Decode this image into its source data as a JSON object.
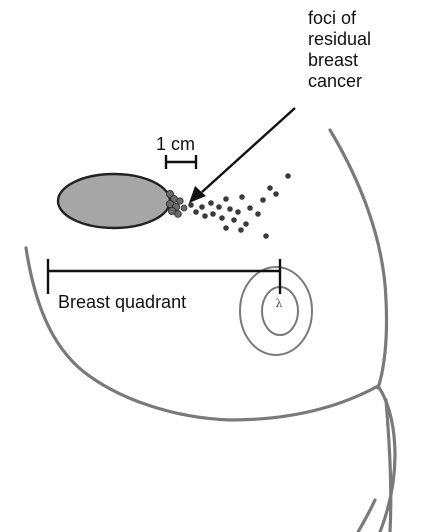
{
  "annotations": {
    "foci_label_lines": [
      "foci of",
      "residual",
      "breast",
      "cancer"
    ],
    "scale_label": "1 cm",
    "quadrant_label": "Breast quadrant",
    "nipple_mark": "λ"
  },
  "colors": {
    "tumor_fill": "#a6a6a6",
    "outline_gray": "#7a7a7a",
    "ink": "#111111"
  }
}
